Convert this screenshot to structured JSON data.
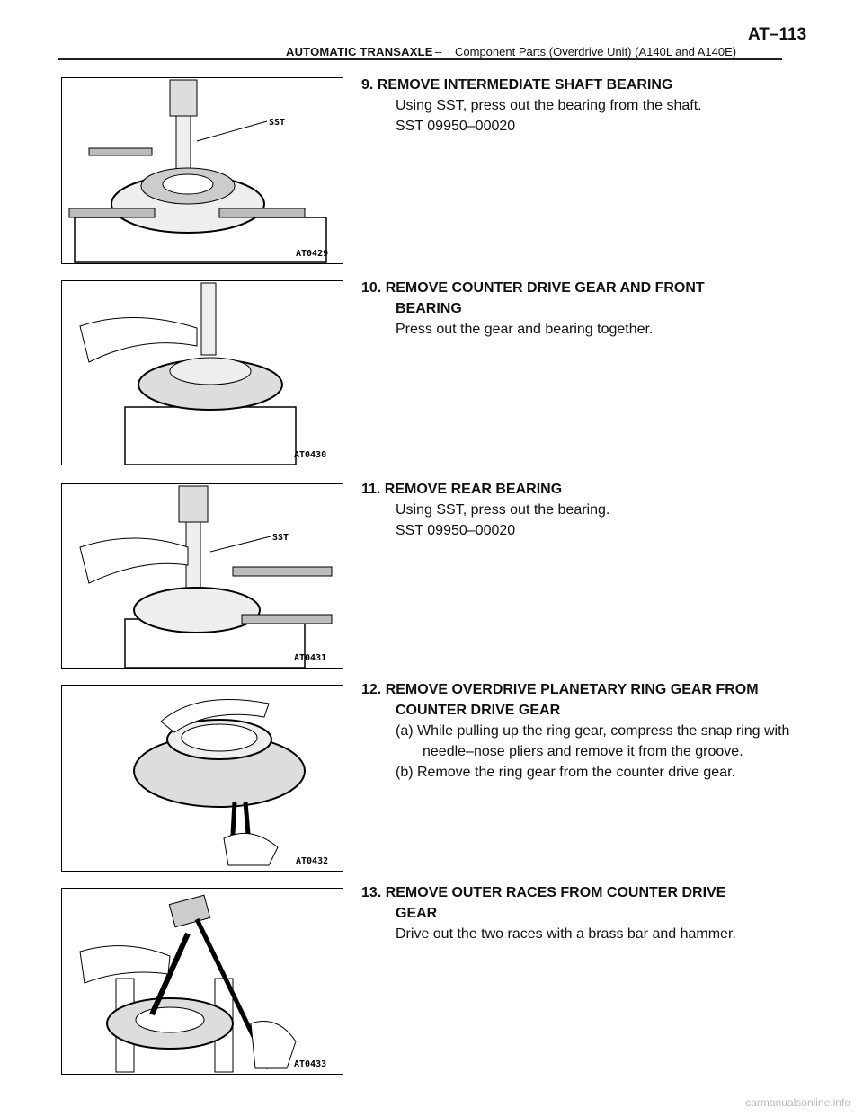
{
  "header": {
    "section": "AUTOMATIC TRANSAXLE",
    "dash": "–",
    "subsection": "Component Parts (Overdrive Unit) (A140L and A140E)",
    "page": "AT–113"
  },
  "steps": [
    {
      "title": "9. REMOVE INTERMEDIATE SHAFT BEARING",
      "lines": [
        "Using SST, press out the bearing from the shaft.",
        "SST  09950–00020"
      ],
      "figure": {
        "code": "AT0429",
        "callout": "SST"
      }
    },
    {
      "title": "10. REMOVE COUNTER DRIVE GEAR AND FRONT",
      "title_cont": "BEARING",
      "lines": [
        "Press out the gear and bearing together."
      ],
      "figure": {
        "code": "AT0430"
      }
    },
    {
      "title": "11. REMOVE REAR BEARING",
      "lines": [
        "Using SST, press out the bearing.",
        "SST  09950–00020"
      ],
      "figure": {
        "code": "AT0431",
        "callout": "SST"
      }
    },
    {
      "title": "12. REMOVE OVERDRIVE PLANETARY RING GEAR FROM",
      "title_cont": "COUNTER DRIVE GEAR",
      "lines": [
        "(a) While pulling up the ring gear, compress the snap ring with"
      ],
      "hang": "needle–nose pliers and remove it from the groove.",
      "lines2": [
        "(b) Remove the ring gear from the counter drive gear."
      ],
      "figure": {
        "code": "AT0432"
      }
    },
    {
      "title": "13. REMOVE OUTER RACES FROM COUNTER DRIVE",
      "title_cont": "GEAR",
      "lines": [
        "Drive out the two races with a brass bar and hammer."
      ],
      "figure": {
        "code": "AT0433"
      }
    }
  ],
  "watermark": "carmanualsonline.info"
}
